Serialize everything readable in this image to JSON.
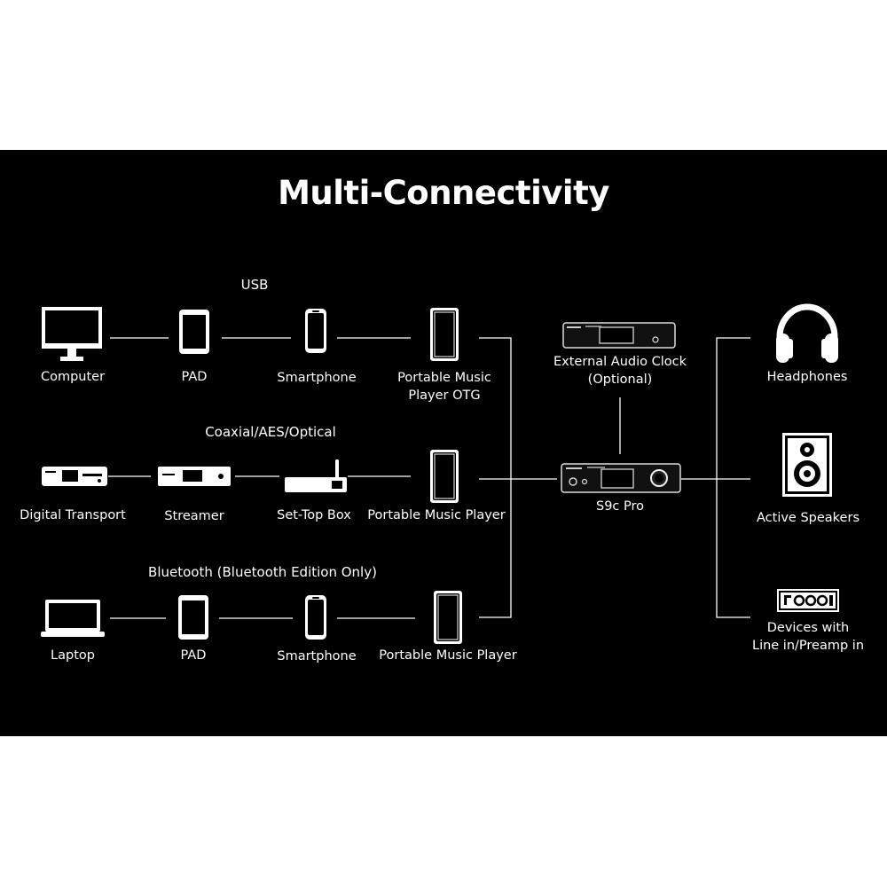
{
  "title": "Multi-Connectivity",
  "sections": {
    "usb": "USB",
    "coaxial": "Coaxial/AES/Optical",
    "bluetooth": "Bluetooth (Bluetooth Edition Only)"
  },
  "usb_row": {
    "computer": "Computer",
    "pad": "PAD",
    "smartphone": "Smartphone",
    "player_line1": "Portable Music",
    "player_line2": "Player OTG"
  },
  "coax_row": {
    "transport": "Digital Transport",
    "streamer": "Streamer",
    "settop": "Set-Top Box",
    "player": "Portable Music Player"
  },
  "bt_row": {
    "laptop": "Laptop",
    "pad": "PAD",
    "smartphone": "Smartphone",
    "player": "Portable Music Player"
  },
  "center": {
    "clock_line1": "External Audio Clock",
    "clock_line2": "(Optional)",
    "dac": "S9c Pro"
  },
  "outputs": {
    "headphones": "Headphones",
    "speakers": "Active Speakers",
    "line_line1": "Devices with",
    "line_line2": "Line in/Preamp in"
  },
  "colors": {
    "background": "#000000",
    "foreground": "#ffffff"
  }
}
